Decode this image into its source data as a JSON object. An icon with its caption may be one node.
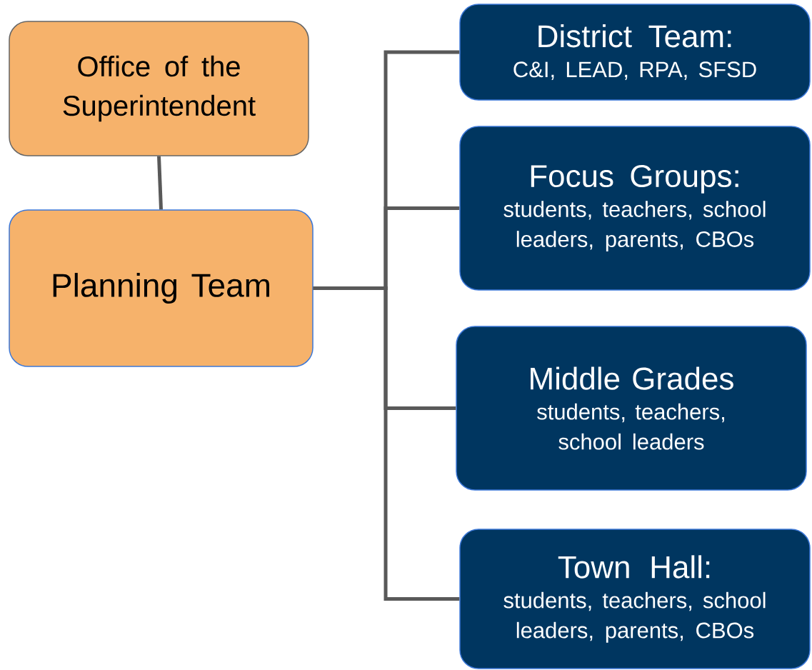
{
  "diagram": {
    "nodes": [
      {
        "text": [
          "Office of the Superintendent"
        ]
      },
      {
        "text": [
          "Planning Team"
        ]
      },
      {
        "text": [
          "District Team:",
          "C&I, LEAD, RPA, SFSD"
        ]
      },
      {
        "text": [
          "Focus Groups:",
          "students, teachers, school leaders, parents, CBOs"
        ]
      },
      {
        "text": [
          "Middle Grades",
          "students, teachers, school leaders"
        ]
      },
      {
        "text": [
          "Town Hall:",
          "students, teachers, school leaders, parents, CBOs"
        ]
      }
    ],
    "edges": [
      {
        "from": 0,
        "to": 1,
        "arrow": "none"
      },
      {
        "from": 1,
        "to": 2,
        "arrow": "none"
      },
      {
        "from": 1,
        "to": 3,
        "arrow": "none"
      },
      {
        "from": 1,
        "to": 4,
        "arrow": "none"
      },
      {
        "from": 1,
        "to": 5,
        "arrow": "none"
      }
    ]
  }
}
